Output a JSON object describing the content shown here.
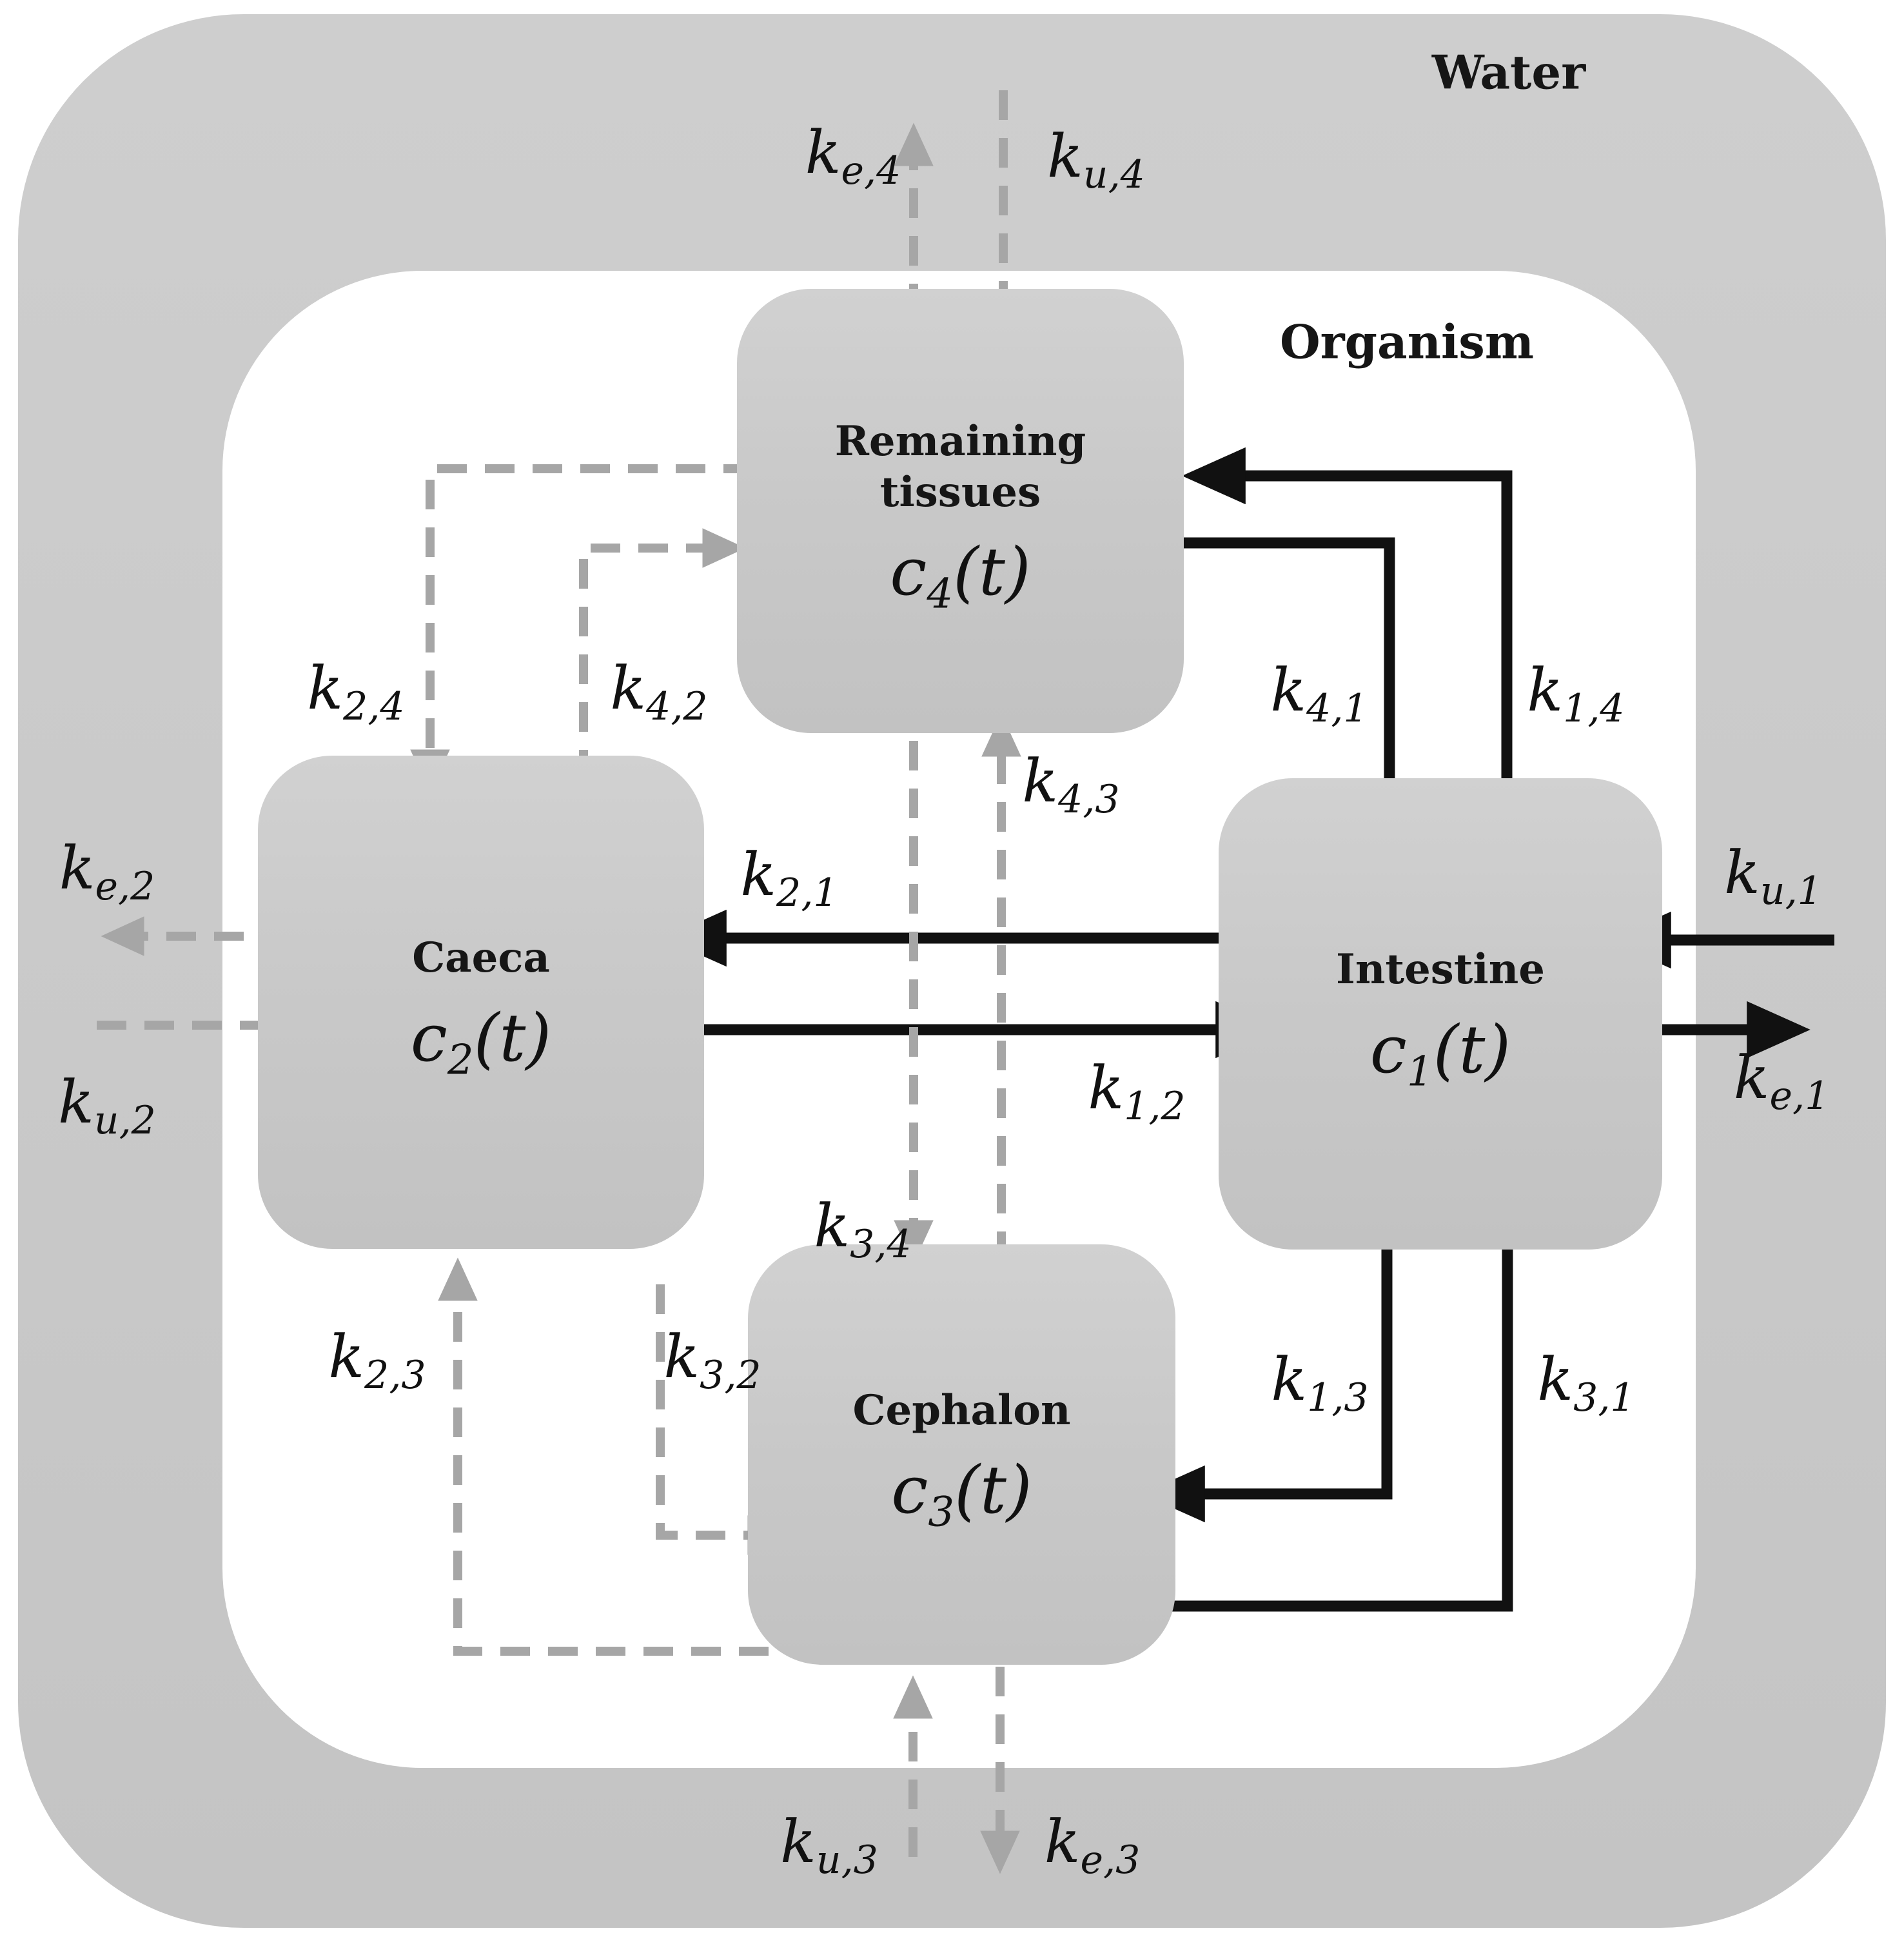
{
  "diagram": {
    "water_label": "Water",
    "organism_label": "Organism",
    "colors": {
      "water_fill": "#c9c9c9",
      "organism_fill": "#ffffff",
      "compartment_fill": "#c9c9c9",
      "solid_arrow": "#111111",
      "dashed_arrow": "#a6a6a6",
      "text": "#161616"
    },
    "compartments": {
      "remaining_tissues": {
        "title_line1": "Remaining",
        "title_line2": "tissues",
        "formula": {
          "base": "c",
          "sub": "4",
          "suffix": "(t)"
        }
      },
      "caeca": {
        "title_line1": "Caeca",
        "formula": {
          "base": "c",
          "sub": "2",
          "suffix": "(t)"
        }
      },
      "intestine": {
        "title_line1": "Intestine",
        "formula": {
          "base": "c",
          "sub": "1",
          "suffix": "(t)"
        }
      },
      "cephalon": {
        "title_line1": "Cephalon",
        "formula": {
          "base": "c",
          "sub": "3",
          "suffix": "(t)"
        }
      }
    },
    "rates": {
      "e4": {
        "base": "k",
        "sub": "e,4"
      },
      "u4": {
        "base": "k",
        "sub": "u,4"
      },
      "e2": {
        "base": "k",
        "sub": "e,2"
      },
      "u2": {
        "base": "k",
        "sub": "u,2"
      },
      "u1": {
        "base": "k",
        "sub": "u,1"
      },
      "e1": {
        "base": "k",
        "sub": "e,1"
      },
      "u3": {
        "base": "k",
        "sub": "u,3"
      },
      "e3": {
        "base": "k",
        "sub": "e,3"
      },
      "k24": {
        "base": "k",
        "sub": "2,4"
      },
      "k42": {
        "base": "k",
        "sub": "4,2"
      },
      "k41": {
        "base": "k",
        "sub": "4,1"
      },
      "k14": {
        "base": "k",
        "sub": "1,4"
      },
      "k21": {
        "base": "k",
        "sub": "2,1"
      },
      "k12": {
        "base": "k",
        "sub": "1,2"
      },
      "k43": {
        "base": "k",
        "sub": "4,3"
      },
      "k34": {
        "base": "k",
        "sub": "3,4"
      },
      "k23": {
        "base": "k",
        "sub": "2,3"
      },
      "k32": {
        "base": "k",
        "sub": "3,2"
      },
      "k13": {
        "base": "k",
        "sub": "1,3"
      },
      "k31": {
        "base": "k",
        "sub": "3,1"
      }
    },
    "edges": [
      {
        "from": "remaining_tissues",
        "to": "water",
        "style": "dashed",
        "label": "k_e,4"
      },
      {
        "from": "water",
        "to": "remaining_tissues",
        "style": "dashed",
        "label": "k_u,4"
      },
      {
        "from": "caeca",
        "to": "water",
        "style": "dashed",
        "label": "k_e,2"
      },
      {
        "from": "water",
        "to": "caeca",
        "style": "dashed",
        "label": "k_u,2"
      },
      {
        "from": "cephalon",
        "to": "water",
        "style": "dashed",
        "label": "k_e,3"
      },
      {
        "from": "water",
        "to": "cephalon",
        "style": "dashed",
        "label": "k_u,3"
      },
      {
        "from": "water",
        "to": "intestine",
        "style": "solid",
        "label": "k_u,1"
      },
      {
        "from": "intestine",
        "to": "water",
        "style": "solid",
        "label": "k_e,1"
      },
      {
        "from": "remaining_tissues",
        "to": "caeca",
        "style": "dashed",
        "label": "k_2,4"
      },
      {
        "from": "caeca",
        "to": "remaining_tissues",
        "style": "dashed",
        "label": "k_4,2"
      },
      {
        "from": "remaining_tissues",
        "to": "cephalon",
        "style": "dashed",
        "label": "k_3,4"
      },
      {
        "from": "cephalon",
        "to": "remaining_tissues",
        "style": "dashed",
        "label": "k_4,3"
      },
      {
        "from": "cephalon",
        "to": "caeca",
        "style": "dashed",
        "label": "k_2,3"
      },
      {
        "from": "caeca",
        "to": "cephalon",
        "style": "dashed",
        "label": "k_3,2"
      },
      {
        "from": "remaining_tissues",
        "to": "intestine",
        "style": "solid",
        "label": "k_4,1"
      },
      {
        "from": "intestine",
        "to": "remaining_tissues",
        "style": "solid",
        "label": "k_1,4"
      },
      {
        "from": "intestine",
        "to": "caeca",
        "style": "solid",
        "label": "k_2,1"
      },
      {
        "from": "caeca",
        "to": "intestine",
        "style": "solid",
        "label": "k_1,2"
      },
      {
        "from": "intestine",
        "to": "cephalon",
        "style": "solid",
        "label": "k_1,3"
      },
      {
        "from": "cephalon",
        "to": "intestine",
        "style": "solid",
        "label": "k_3,1"
      }
    ]
  }
}
